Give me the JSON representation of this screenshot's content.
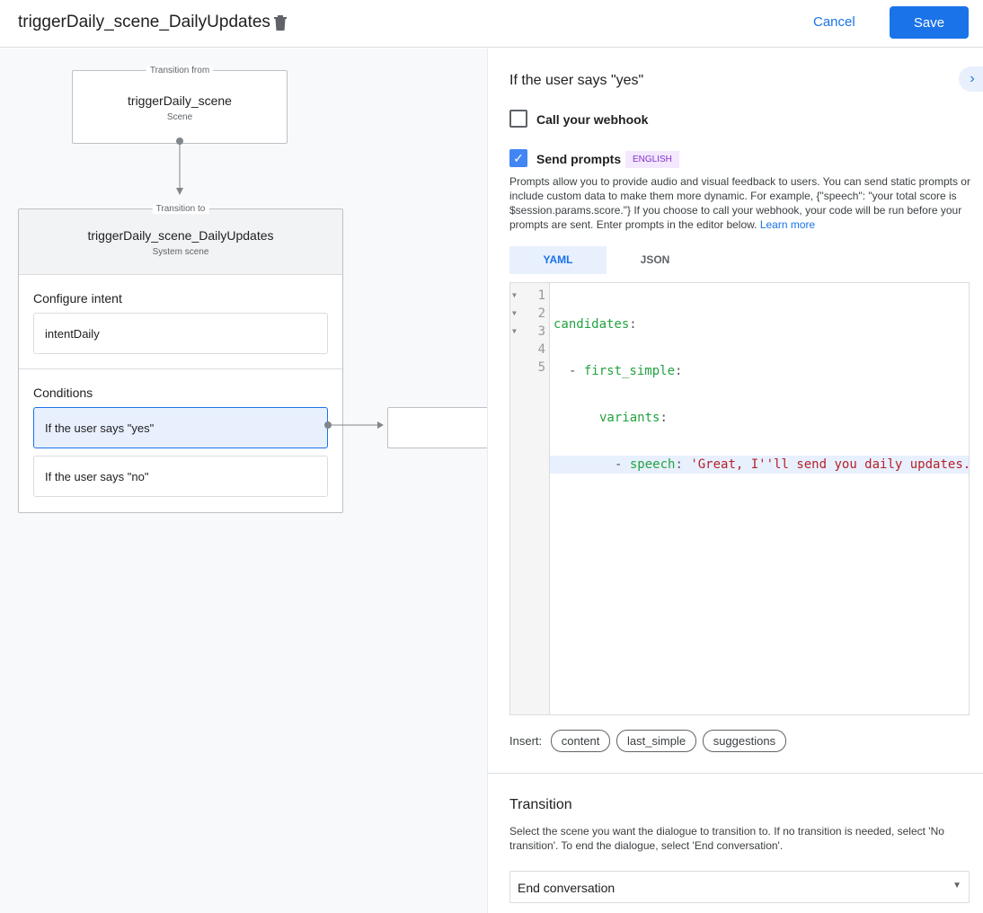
{
  "header": {
    "title": "triggerDaily_scene_DailyUpdates",
    "cancel": "Cancel",
    "save": "Save"
  },
  "canvas": {
    "from": {
      "label": "Transition from",
      "name": "triggerDaily_scene",
      "type": "Scene"
    },
    "to": {
      "label": "Transition to",
      "name": "triggerDaily_scene_DailyUpdates",
      "type": "System scene"
    },
    "intent_heading": "Configure intent",
    "intent": "intentDaily",
    "conditions_heading": "Conditions",
    "conditions": [
      "If the user says \"yes\"",
      "If the user says \"no\""
    ]
  },
  "panel": {
    "heading": "If the user says \"yes\"",
    "webhook": {
      "label": "Call your webhook",
      "checked": false
    },
    "prompts": {
      "label": "Send prompts",
      "checked": true,
      "badge": "ENGLISH"
    },
    "description": "Prompts allow you to provide audio and visual feedback to users. You can send static prompts or include custom data to make them more dynamic. For example, {\"speech\": \"your total score is $session.params.score.\"} If you choose to call your webhook, your code will be run before your prompts are sent. Enter prompts in the editor below.",
    "learn_more": "Learn more",
    "tabs": [
      "YAML",
      "JSON"
    ],
    "active_tab": "YAML",
    "code": {
      "line_numbers": [
        "1",
        "2",
        "3",
        "4",
        "5"
      ],
      "l1": "candidates",
      "l2dash": "- ",
      "l2": "first_simple",
      "l3": "variants",
      "l4dash": "- ",
      "l4": "speech",
      "l4val": "'Great, I''ll send you daily updates.",
      "colon": ":"
    },
    "insert_label": "Insert:",
    "insert_chips": [
      "content",
      "last_simple",
      "suggestions"
    ],
    "transition": {
      "heading": "Transition",
      "description": "Select the scene you want the dialogue to transition to. If no transition is needed, select 'No transition'. To end the dialogue, select 'End conversation'.",
      "selected": "End conversation"
    }
  }
}
